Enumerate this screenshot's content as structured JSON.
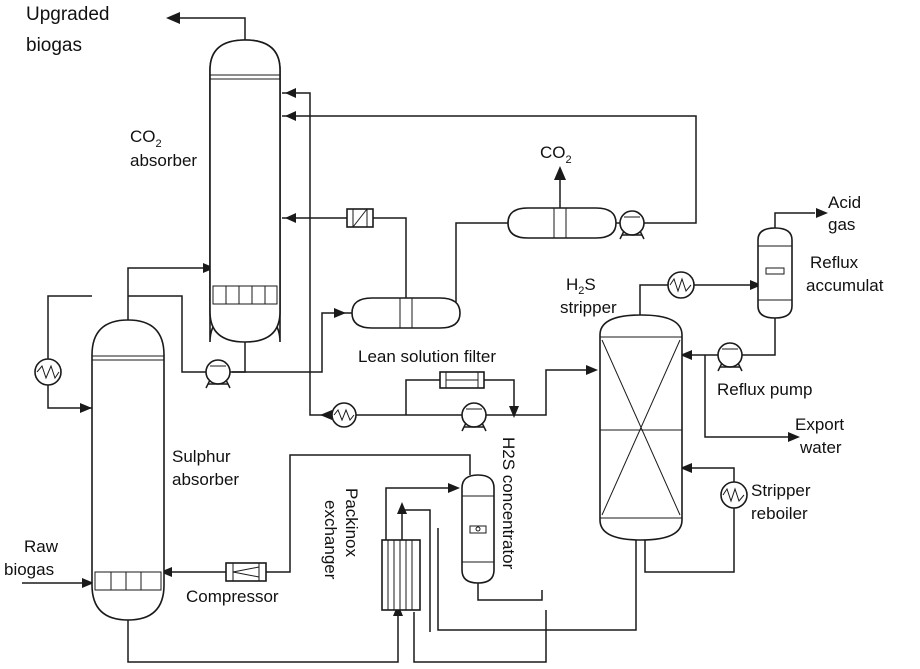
{
  "labels": {
    "upgraded_biogas_1": "Upgraded",
    "upgraded_biogas_2": "biogas",
    "co2_absorber_1": "CO",
    "co2_absorber_sub": "2",
    "co2_absorber_2": "absorber",
    "co2_product": "CO",
    "co2_product_sub": "2",
    "acid_gas_1": "Acid",
    "acid_gas_2": "gas",
    "reflux_accumulator_1": "Reflux",
    "reflux_accumulator_2": "accumulat",
    "h2s_stripper_1": "H",
    "h2s_stripper_sub": "2",
    "h2s_stripper_1b": "S",
    "h2s_stripper_2": "stripper",
    "lean_solution_filter": "Lean solution filter",
    "reflux_pump": "Reflux pump",
    "export_water_1": "Export",
    "export_water_2": "water",
    "sulphur_absorber_1": "Sulphur",
    "sulphur_absorber_2": "absorber",
    "h2s_concentrator": "H2S concentrator",
    "stripper_reboiler_1": "Stripper",
    "stripper_reboiler_2": "reboiler",
    "raw_biogas_1": "Raw",
    "raw_biogas_2": "biogas",
    "compressor": "Compressor",
    "packinox_exchanger_1": "Packinox",
    "packinox_exchanger_2": "exchanger"
  },
  "colors": {
    "line": "#1a1a1a",
    "background": "#ffffff"
  }
}
